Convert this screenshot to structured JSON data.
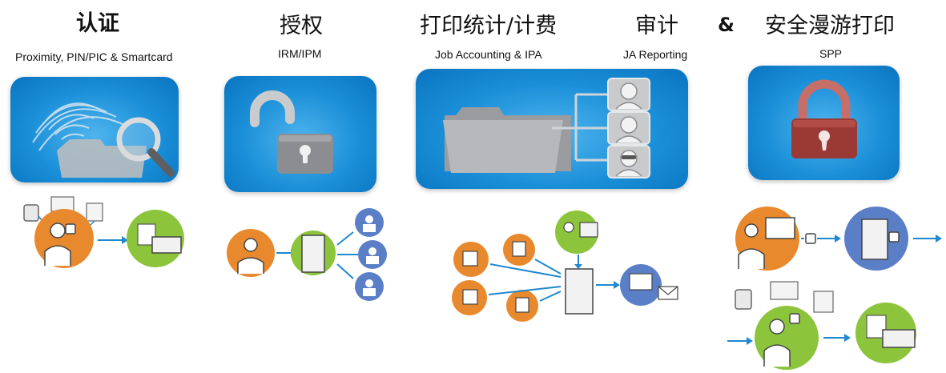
{
  "sections": {
    "auth": {
      "title": "认证",
      "subtitle": "Proximity, PIN/PIC & Smartcard",
      "icon": "fingerprint-magnifier-icon"
    },
    "authz": {
      "title": "授权",
      "subtitle": "IRM/IPM",
      "icon": "open-padlock-icon"
    },
    "acct": {
      "title": "打印统计/计费",
      "subtitle": "Job Accounting & IPA",
      "icon": "folder-users-icon"
    },
    "audit": {
      "title": "审计",
      "subtitle": "JA Reporting"
    },
    "secure": {
      "title": "安全漫游打印",
      "subtitle": "SPP",
      "icon": "closed-red-padlock-icon"
    }
  },
  "connector": "&",
  "colors": {
    "tile_blue": "#1a8fd8",
    "orange": "#e8892d",
    "green": "#8cc43c",
    "purple_blue": "#5b7fc7",
    "arrow_blue": "#1e88d0",
    "lock_red": "#9b3a35"
  }
}
